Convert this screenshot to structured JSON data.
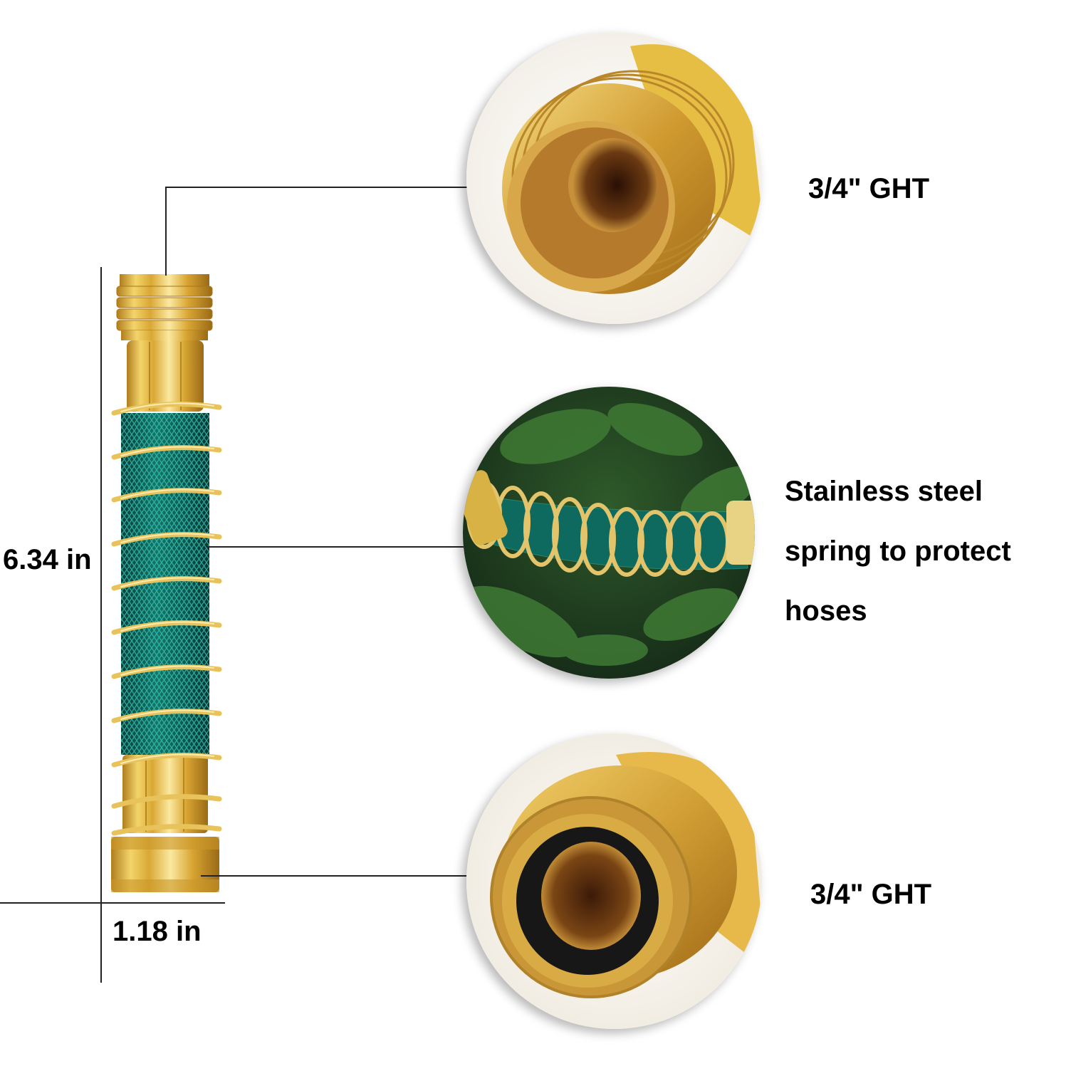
{
  "product": {
    "name": "hose-extension-with-spring",
    "colors": {
      "brass": "#d4a431",
      "brass_light": "#f4d774",
      "brass_dark": "#a8761c",
      "hose_green": "#0f5a52",
      "hose_mesh": "#2fc1b0",
      "line": "#222222"
    }
  },
  "dimensions": {
    "height_label": "6.34 in",
    "width_label": "1.18 in"
  },
  "callouts": [
    {
      "id": "male-end",
      "title": "3/4\" GHT",
      "image": "male-brass-thread-closeup"
    },
    {
      "id": "spring",
      "lines": [
        "Stainless steel",
        "spring to protect",
        "hoses"
      ],
      "image": "spring-hose-in-garden"
    },
    {
      "id": "female-end",
      "title": "3/4\" GHT",
      "image": "female-brass-coupling-closeup"
    }
  ]
}
